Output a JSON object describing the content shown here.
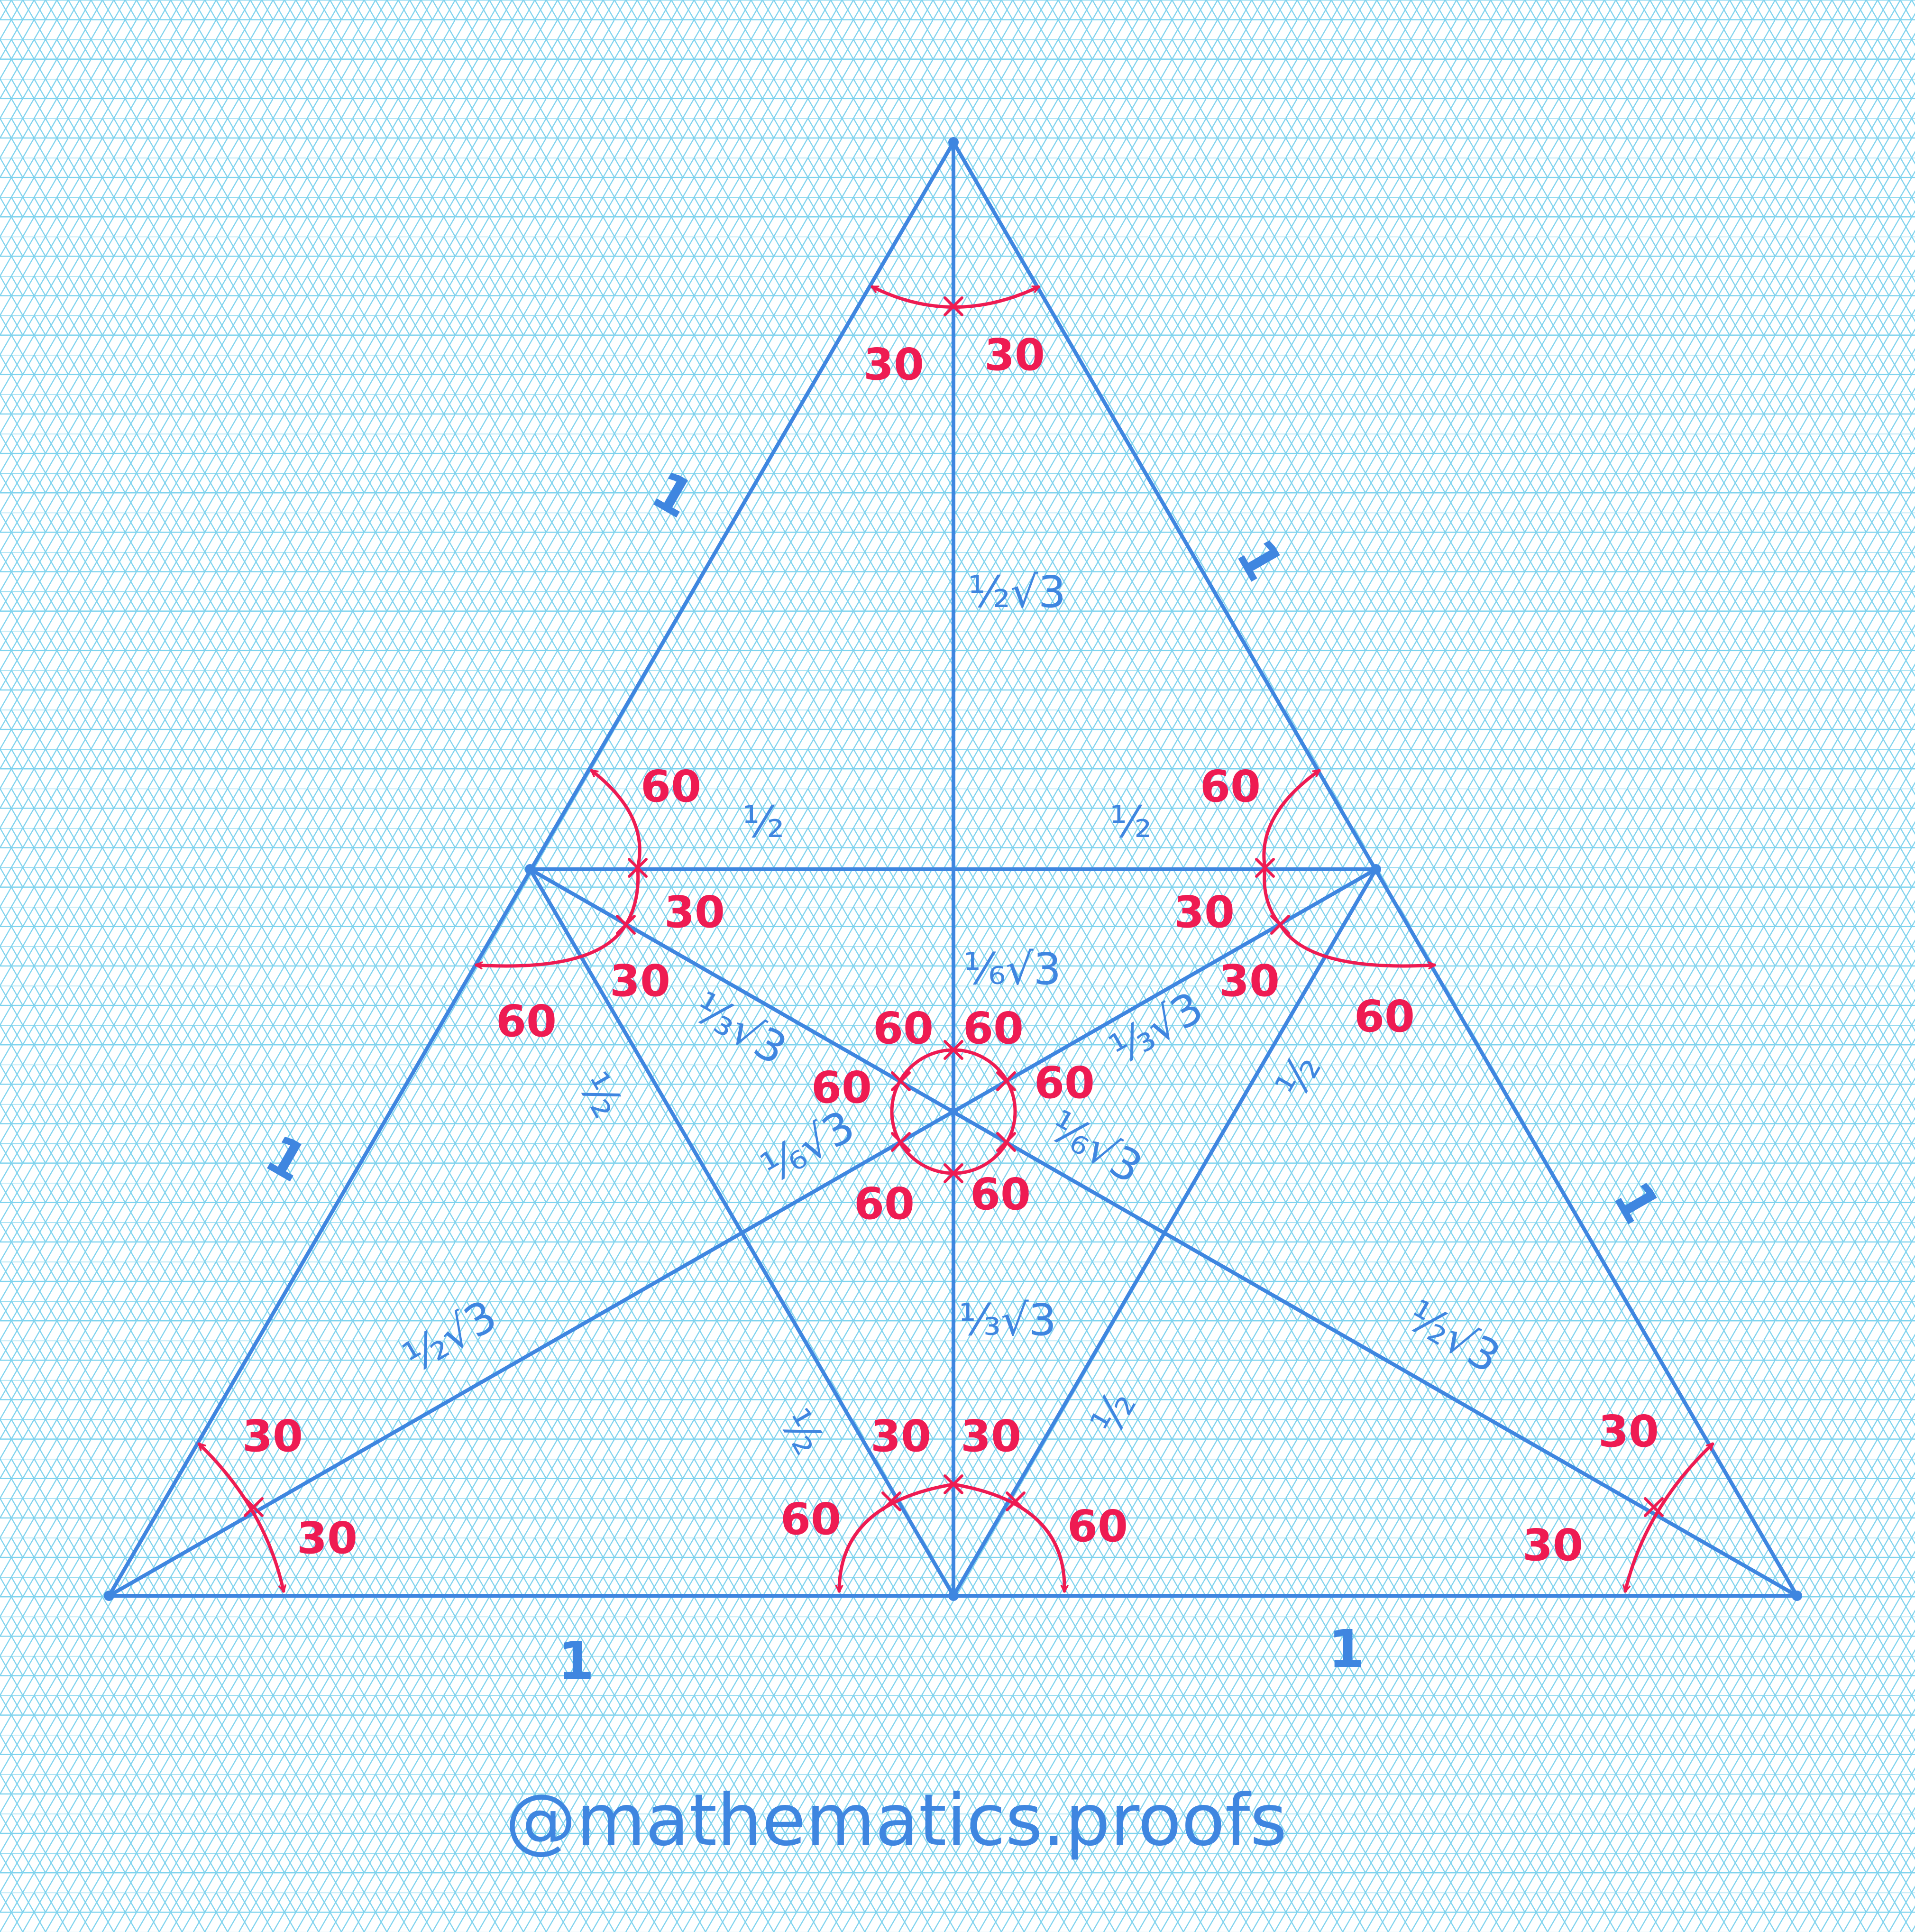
{
  "colors": {
    "paper": "#ffffff",
    "grid": "#7fd3ee",
    "ink_blue": "#3f86e0",
    "ink_red": "#ee1b52"
  },
  "signature": "@mathematics.proofs",
  "side_labels": {
    "top_left_side": "1",
    "top_right_side": "1",
    "lower_left_side": "1",
    "lower_right_side": "1",
    "base_left": "1",
    "base_right": "1"
  },
  "segment_labels": {
    "top_altitude": "½√3",
    "mid_left_half": "½",
    "mid_right_half": "½",
    "upper_center": "⅙√3",
    "lower_center": "⅓√3",
    "left_inner_third": "⅓√3",
    "right_inner_third": "⅓√3",
    "left_inner_sixth": "⅙√3",
    "right_inner_sixth": "⅙√3",
    "left_median": "½√3",
    "right_median": "½√3",
    "left_slant_half": "½",
    "right_slant_half": "½",
    "lower_left_slant_half": "½",
    "lower_right_slant_half": "½"
  },
  "angle_labels": {
    "apex_left": "30",
    "apex_right": "30",
    "lm_top": "60",
    "lm_mid": "30",
    "lm_low": "30",
    "lm_out": "60",
    "rm_top": "60",
    "rm_mid": "30",
    "rm_low": "30",
    "rm_out": "60",
    "c1": "60",
    "c2": "60",
    "c3": "60",
    "c4": "60",
    "c5": "60",
    "c6": "60",
    "bm_left30": "30",
    "bm_right30": "30",
    "bm_left60": "60",
    "bm_right60": "60",
    "bl_top": "30",
    "bl_bottom": "30",
    "br_top": "30",
    "br_bottom": "30"
  }
}
